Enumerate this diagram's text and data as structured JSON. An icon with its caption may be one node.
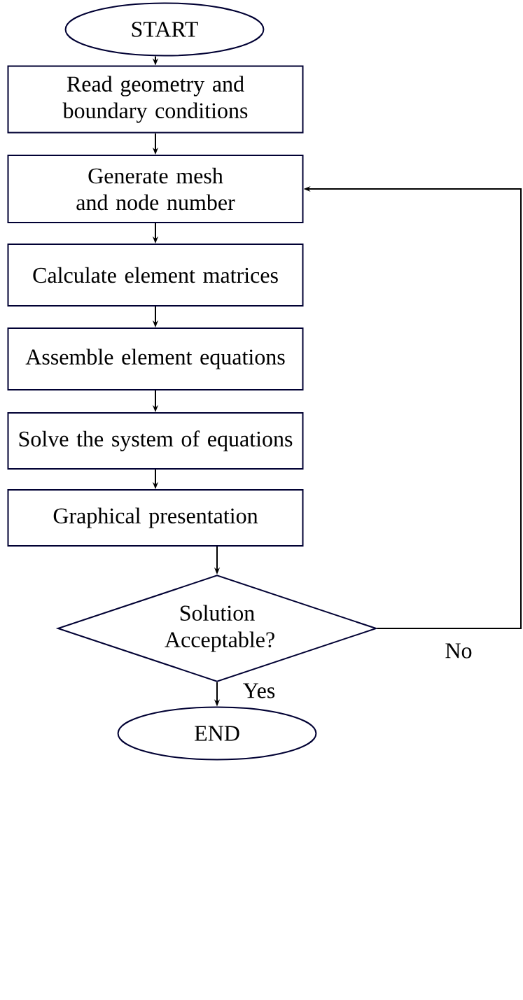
{
  "diagram": {
    "nodes": [
      {
        "text": [
          "START"
        ]
      },
      {
        "text": [
          "Read geometry and boundary conditions"
        ]
      },
      {
        "text": [
          "Generate mesh and node number"
        ]
      },
      {
        "text": [
          "Calculate element matrices"
        ]
      },
      {
        "text": [
          "Assemble element equations"
        ]
      },
      {
        "text": [
          "Solve the system of equations"
        ]
      },
      {
        "text": [
          "Graphical presentation"
        ]
      },
      {
        "text": [
          "Solution Acceptable?"
        ]
      },
      {
        "text": [
          "END"
        ]
      }
    ],
    "edges": [
      {
        "from": 0,
        "to": 1,
        "arrow": "to"
      },
      {
        "from": 1,
        "to": 2,
        "arrow": "to"
      },
      {
        "from": 2,
        "to": 3,
        "arrow": "to"
      },
      {
        "from": 3,
        "to": 4,
        "arrow": "to"
      },
      {
        "from": 4,
        "to": 5,
        "arrow": "to"
      },
      {
        "from": 5,
        "to": 6,
        "arrow": "to"
      },
      {
        "from": 6,
        "to": 7,
        "arrow": "to"
      },
      {
        "from": 7,
        "to": 8,
        "arrow": "to",
        "label": "Yes"
      },
      {
        "from": 7,
        "to": 2,
        "arrow": "to",
        "label": "No"
      }
    ]
  }
}
